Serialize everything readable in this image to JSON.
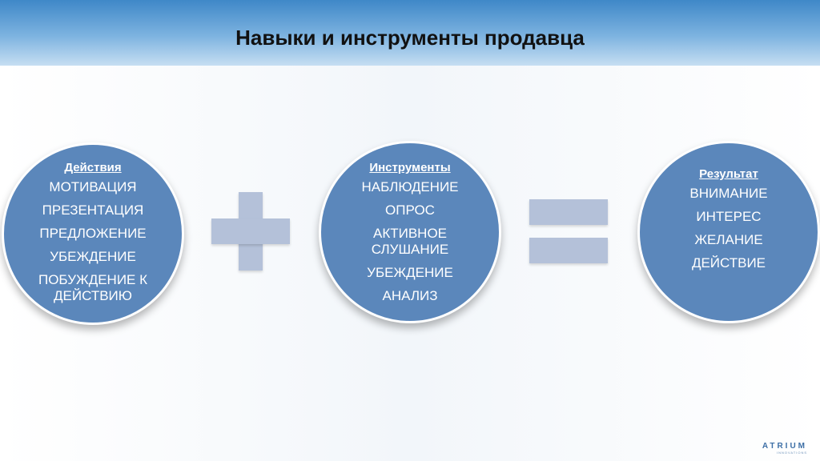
{
  "title": "Навыки и инструменты продавца",
  "colors": {
    "header_top": "#3f88c8",
    "header_bottom": "#c6def2",
    "circle_fill": "#5b87bb",
    "operator_fill": "#b4c1d9"
  },
  "circles": [
    {
      "title": "Действия",
      "items": [
        "МОТИВАЦИЯ",
        "ПРЕЗЕНТАЦИЯ",
        "ПРЕДЛОЖЕНИЕ",
        "УБЕЖДЕНИЕ",
        "ПОБУЖДЕНИЕ К ДЕЙСТВИЮ"
      ]
    },
    {
      "title": "Инструменты",
      "items": [
        "НАБЛЮДЕНИЕ",
        "ОПРОС",
        "АКТИВНОЕ СЛУШАНИЕ",
        "УБЕЖДЕНИЕ",
        "АНАЛИЗ"
      ]
    },
    {
      "title": "Результат",
      "items": [
        "ВНИМАНИЕ",
        "ИНТЕРЕС",
        "ЖЕЛАНИЕ",
        "ДЕЙСТВИЕ"
      ]
    }
  ],
  "operators": [
    "plus-icon",
    "equals-icon"
  ],
  "logo": {
    "name": "ATRIUM",
    "tagline": "INNOVATIONS"
  }
}
